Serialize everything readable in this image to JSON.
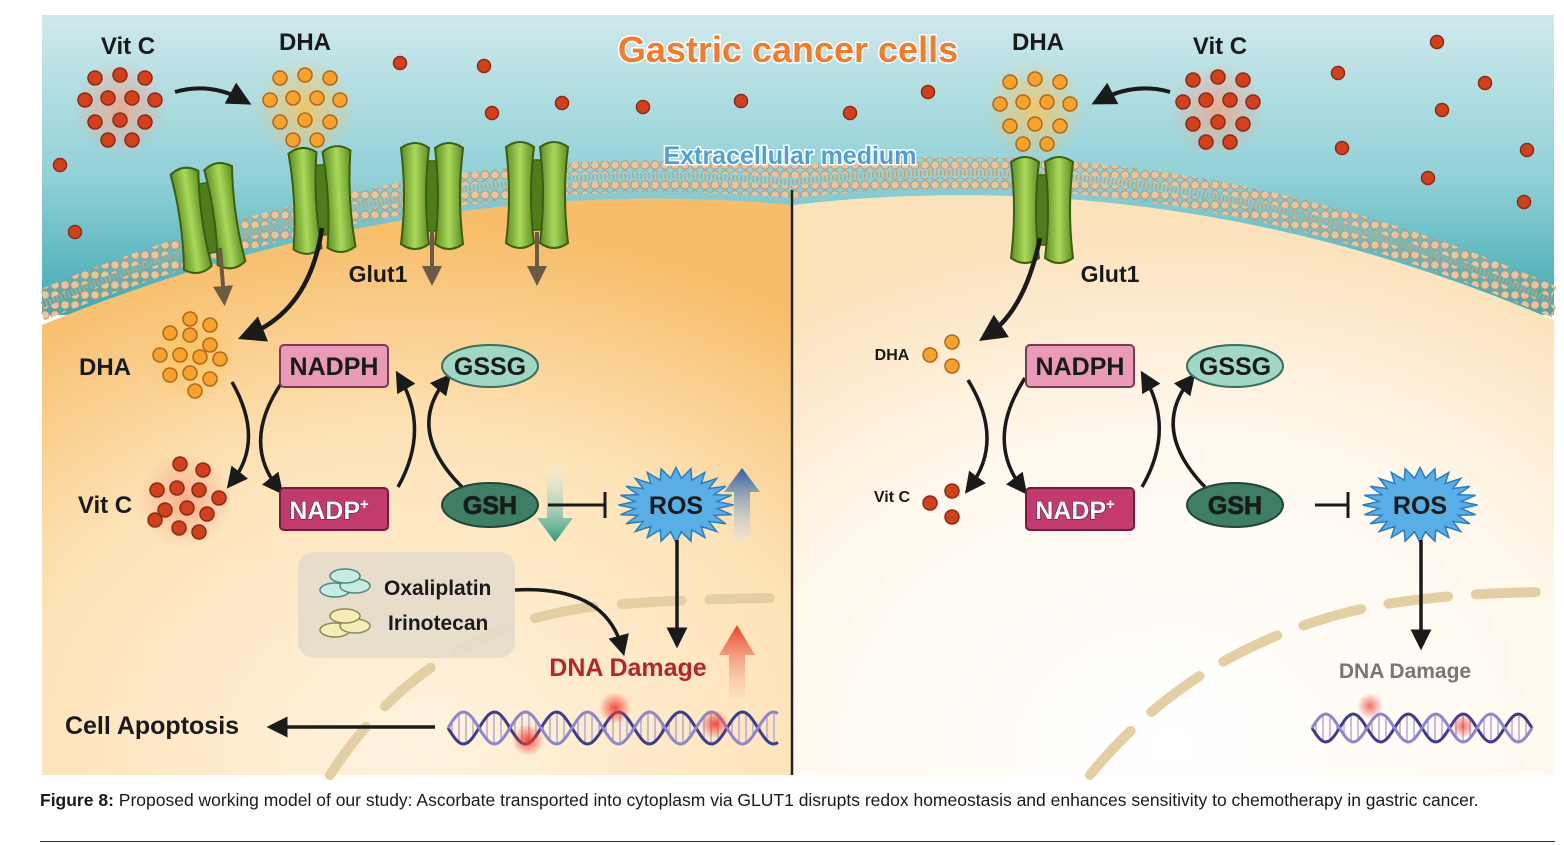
{
  "title": "Gastric cancer cells",
  "extracellular_label": "Extracellular medium",
  "left": {
    "vitc_top": "Vit C",
    "dha_top": "DHA",
    "glut1": "Glut1",
    "dha_in": "DHA",
    "vitc_in": "Vit C",
    "nadph": "NADPH",
    "nadp": "NADP",
    "nadp_sup": "+",
    "gssg": "GSSG",
    "gsh": "GSH",
    "ros": "ROS",
    "drug1": "Oxaliplatin",
    "drug2": "Irinotecan",
    "dna_damage": "DNA Damage",
    "apoptosis": "Cell Apoptosis"
  },
  "right": {
    "dha_top": "DHA",
    "vitc_top": "Vit C",
    "glut1": "Glut1",
    "dha_in": "DHA",
    "vitc_in": "Vit C",
    "nadph": "NADPH",
    "nadp": "NADP",
    "nadp_sup": "+",
    "gssg": "GSSG",
    "gsh": "GSH",
    "ros": "ROS",
    "dna_damage": "DNA Damage"
  },
  "caption": {
    "label": "Figure 8:",
    "text": " Proposed working model of our study: Ascorbate transported into cytoplasm via GLUT1 disrupts redox homeostasis and enhances sensitivity to chemotherapy in gastric cancer."
  },
  "colors": {
    "medium": "#5cbcc4",
    "cytoplasm_left": "#fbd9a3",
    "cytoplasm_right": "#fdf0dc",
    "transporter": "#8cc63f",
    "vitc_dot": "#d2401e",
    "dha_dot": "#f6a22c",
    "nadph_box": "#e89ab7",
    "nadp_box": "#c23a6e",
    "gssg": "#9fd6c4",
    "gsh": "#3f7d64",
    "ros": "#5aaee6",
    "title": "#f47a2c",
    "dna_damage": "#b5262a"
  }
}
